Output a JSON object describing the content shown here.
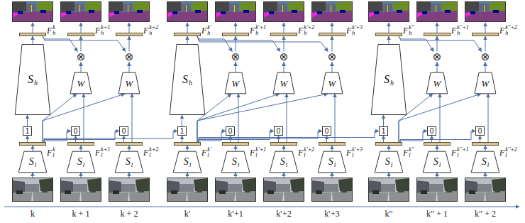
{
  "diagram": {
    "nodes": [
      {
        "text": [
          "F",
          "h",
          "k"
        ]
      },
      {
        "text": [
          "S",
          "h"
        ]
      },
      {
        "text": [
          "1"
        ]
      },
      {
        "text": [
          "F",
          "l",
          "k"
        ]
      },
      {
        "text": [
          "S",
          "l"
        ]
      },
      {
        "text": [
          "F",
          "h",
          "k+1"
        ]
      },
      {
        "text": [
          "⊗"
        ]
      },
      {
        "text": [
          "W"
        ]
      },
      {
        "text": [
          "0"
        ]
      },
      {
        "text": [
          "F",
          "l",
          "k+1"
        ]
      },
      {
        "text": [
          "S",
          "l"
        ]
      },
      {
        "text": [
          "F",
          "h",
          "k+2"
        ]
      },
      {
        "text": [
          "⊗"
        ]
      },
      {
        "text": [
          "W"
        ]
      },
      {
        "text": [
          "0"
        ]
      },
      {
        "text": [
          "F",
          "l",
          "k+2"
        ]
      },
      {
        "text": [
          "S",
          "l"
        ]
      },
      {
        "text": [
          "F",
          "h",
          "k′"
        ]
      },
      {
        "text": [
          "S",
          "h"
        ]
      },
      {
        "text": [
          "1"
        ]
      },
      {
        "text": [
          "F",
          "l",
          "k′"
        ]
      },
      {
        "text": [
          "S",
          "l"
        ]
      },
      {
        "text": [
          "F",
          "h",
          "k′+1"
        ]
      },
      {
        "text": [
          "⊗"
        ]
      },
      {
        "text": [
          "W"
        ]
      },
      {
        "text": [
          "0"
        ]
      },
      {
        "text": [
          "F",
          "l",
          "k′+1"
        ]
      },
      {
        "text": [
          "S",
          "l"
        ]
      },
      {
        "text": [
          "F",
          "h",
          "k′+2"
        ]
      },
      {
        "text": [
          "⊗"
        ]
      },
      {
        "text": [
          "W"
        ]
      },
      {
        "text": [
          "0"
        ]
      },
      {
        "text": [
          "F",
          "l",
          "k′+2"
        ]
      },
      {
        "text": [
          "S",
          "l"
        ]
      },
      {
        "text": [
          "F",
          "h",
          "k′+3"
        ]
      },
      {
        "text": [
          "⊗"
        ]
      },
      {
        "text": [
          "W"
        ]
      },
      {
        "text": [
          "0"
        ]
      },
      {
        "text": [
          "F",
          "l",
          "k′+3"
        ]
      },
      {
        "text": [
          "S",
          "l"
        ]
      },
      {
        "text": [
          "F",
          "h",
          "k′′"
        ]
      },
      {
        "text": [
          "S",
          "h"
        ]
      },
      {
        "text": [
          "1"
        ]
      },
      {
        "text": [
          "F",
          "l",
          "k′′"
        ]
      },
      {
        "text": [
          "S",
          "l"
        ]
      },
      {
        "text": [
          "F",
          "h",
          "k′′+1"
        ]
      },
      {
        "text": [
          "⊗"
        ]
      },
      {
        "text": [
          "W"
        ]
      },
      {
        "text": [
          "0"
        ]
      },
      {
        "text": [
          "F",
          "l",
          "k′′+1"
        ]
      },
      {
        "text": [
          "S",
          "l"
        ]
      },
      {
        "text": [
          "F",
          "h",
          "k′′+2"
        ]
      },
      {
        "text": [
          "⊗"
        ]
      },
      {
        "text": [
          "W"
        ]
      },
      {
        "text": [
          "0"
        ]
      },
      {
        "text": [
          "F",
          "l",
          "k′′+2"
        ]
      },
      {
        "text": [
          "S",
          "l"
        ]
      }
    ],
    "edges": [
      {
        "from": 4,
        "to": 3,
        "arrow": "to"
      },
      {
        "from": 3,
        "to": 2,
        "arrow": "to"
      },
      {
        "from": 2,
        "to": 1,
        "arrow": "to"
      },
      {
        "from": 1,
        "to": 0,
        "arrow": "to"
      },
      {
        "from": 10,
        "to": 9,
        "arrow": "to"
      },
      {
        "from": 9,
        "to": 8,
        "arrow": "to"
      },
      {
        "from": 3,
        "to": 8,
        "arrow": "to"
      },
      {
        "from": 3,
        "to": 7,
        "arrow": "to"
      },
      {
        "from": 9,
        "to": 7,
        "arrow": "to"
      },
      {
        "from": 7,
        "to": 6,
        "arrow": "to"
      },
      {
        "from": 0,
        "to": 6,
        "arrow": "to"
      },
      {
        "from": 6,
        "to": 5,
        "arrow": "to"
      },
      {
        "from": 16,
        "to": 15,
        "arrow": "to"
      },
      {
        "from": 15,
        "to": 14,
        "arrow": "to"
      },
      {
        "from": 3,
        "to": 14,
        "arrow": "to"
      },
      {
        "from": 3,
        "to": 13,
        "arrow": "to"
      },
      {
        "from": 15,
        "to": 13,
        "arrow": "to"
      },
      {
        "from": 13,
        "to": 12,
        "arrow": "to"
      },
      {
        "from": 0,
        "to": 12,
        "arrow": "to"
      },
      {
        "from": 12,
        "to": 11,
        "arrow": "to"
      },
      {
        "from": 21,
        "to": 20,
        "arrow": "to"
      },
      {
        "from": 20,
        "to": 19,
        "arrow": "to"
      },
      {
        "from": 3,
        "to": 19,
        "arrow": "to"
      },
      {
        "from": 19,
        "to": 18,
        "arrow": "to"
      },
      {
        "from": 18,
        "to": 17,
        "arrow": "to"
      },
      {
        "from": 27,
        "to": 26,
        "arrow": "to"
      },
      {
        "from": 26,
        "to": 25,
        "arrow": "to"
      },
      {
        "from": 20,
        "to": 25,
        "arrow": "to"
      },
      {
        "from": 20,
        "to": 24,
        "arrow": "to"
      },
      {
        "from": 26,
        "to": 24,
        "arrow": "to"
      },
      {
        "from": 24,
        "to": 23,
        "arrow": "to"
      },
      {
        "from": 17,
        "to": 23,
        "arrow": "to"
      },
      {
        "from": 23,
        "to": 22,
        "arrow": "to"
      },
      {
        "from": 33,
        "to": 32,
        "arrow": "to"
      },
      {
        "from": 32,
        "to": 31,
        "arrow": "to"
      },
      {
        "from": 20,
        "to": 31,
        "arrow": "to"
      },
      {
        "from": 20,
        "to": 30,
        "arrow": "to"
      },
      {
        "from": 32,
        "to": 30,
        "arrow": "to"
      },
      {
        "from": 30,
        "to": 29,
        "arrow": "to"
      },
      {
        "from": 17,
        "to": 29,
        "arrow": "to"
      },
      {
        "from": 29,
        "to": 28,
        "arrow": "to"
      },
      {
        "from": 39,
        "to": 38,
        "arrow": "to"
      },
      {
        "from": 38,
        "to": 37,
        "arrow": "to"
      },
      {
        "from": 20,
        "to": 37,
        "arrow": "to"
      },
      {
        "from": 20,
        "to": 36,
        "arrow": "to"
      },
      {
        "from": 38,
        "to": 36,
        "arrow": "to"
      },
      {
        "from": 36,
        "to": 35,
        "arrow": "to"
      },
      {
        "from": 17,
        "to": 35,
        "arrow": "to"
      },
      {
        "from": 35,
        "to": 34,
        "arrow": "to"
      },
      {
        "from": 44,
        "to": 43,
        "arrow": "to"
      },
      {
        "from": 43,
        "to": 42,
        "arrow": "to"
      },
      {
        "from": 20,
        "to": 42,
        "arrow": "to"
      },
      {
        "from": 42,
        "to": 41,
        "arrow": "to"
      },
      {
        "from": 41,
        "to": 40,
        "arrow": "to"
      },
      {
        "from": 50,
        "to": 49,
        "arrow": "to"
      },
      {
        "from": 49,
        "to": 48,
        "arrow": "to"
      },
      {
        "from": 43,
        "to": 48,
        "arrow": "to"
      },
      {
        "from": 43,
        "to": 47,
        "arrow": "to"
      },
      {
        "from": 49,
        "to": 47,
        "arrow": "to"
      },
      {
        "from": 47,
        "to": 46,
        "arrow": "to"
      },
      {
        "from": 40,
        "to": 46,
        "arrow": "to"
      },
      {
        "from": 46,
        "to": 45,
        "arrow": "to"
      },
      {
        "from": 56,
        "to": 55,
        "arrow": "to"
      },
      {
        "from": 55,
        "to": 54,
        "arrow": "to"
      },
      {
        "from": 43,
        "to": 54,
        "arrow": "to"
      },
      {
        "from": 43,
        "to": 53,
        "arrow": "to"
      },
      {
        "from": 55,
        "to": 53,
        "arrow": "to"
      },
      {
        "from": 53,
        "to": 52,
        "arrow": "to"
      },
      {
        "from": 40,
        "to": 52,
        "arrow": "to"
      },
      {
        "from": 52,
        "to": 51,
        "arrow": "to"
      }
    ],
    "labels": [
      "k",
      "k + 1",
      "k + 2",
      "k′",
      "k′+1",
      "k′+2",
      "k′+3",
      "k′′",
      "k′′ + 1",
      "k′′ + 2"
    ]
  }
}
